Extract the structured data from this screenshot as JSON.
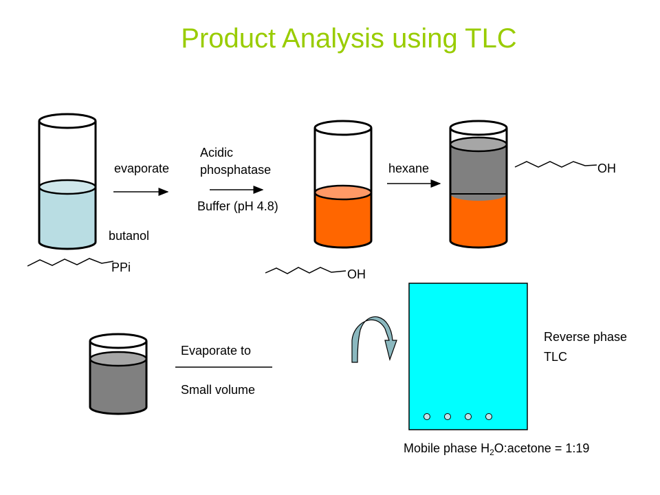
{
  "title": "Product Analysis using TLC",
  "colors": {
    "title": "#99cc00",
    "butanol": "#b9dde3",
    "aqueous_orange": "#ff6600",
    "aqueous_orange_top": "#ff9966",
    "hexane_gray": "#808080",
    "hexane_gray_top": "#a6a6a6",
    "tlc_plate": "#00ffff",
    "tlc_spot": "#c3e4ea",
    "curved_arrow": "#8bb8bf",
    "text": "#000000"
  },
  "labels": {
    "evaporate": "evaporate",
    "acidic_line1": "Acidic",
    "acidic_line2": "phosphatase",
    "buffer": "Buffer (pH 4.8)",
    "butanol": "butanol",
    "ppi": "PPi",
    "hexane": "hexane",
    "oh_right": "OH",
    "oh_bottom": "OH",
    "evaporate_to": "Evaporate to",
    "small_volume": "Small volume",
    "reverse_phase": "Reverse phase",
    "tlc": "TLC",
    "mobile_prefix": "Mobile phase H",
    "mobile_sub": "2",
    "mobile_suffix": "O:acetone = 1:19"
  },
  "icons": {
    "beaker": "beaker-icon",
    "arrow": "arrow-icon",
    "molecule": "wavy-chain-icon",
    "curved_arrow": "curved-arrow-icon",
    "tlc_plate": "tlc-plate-icon"
  }
}
